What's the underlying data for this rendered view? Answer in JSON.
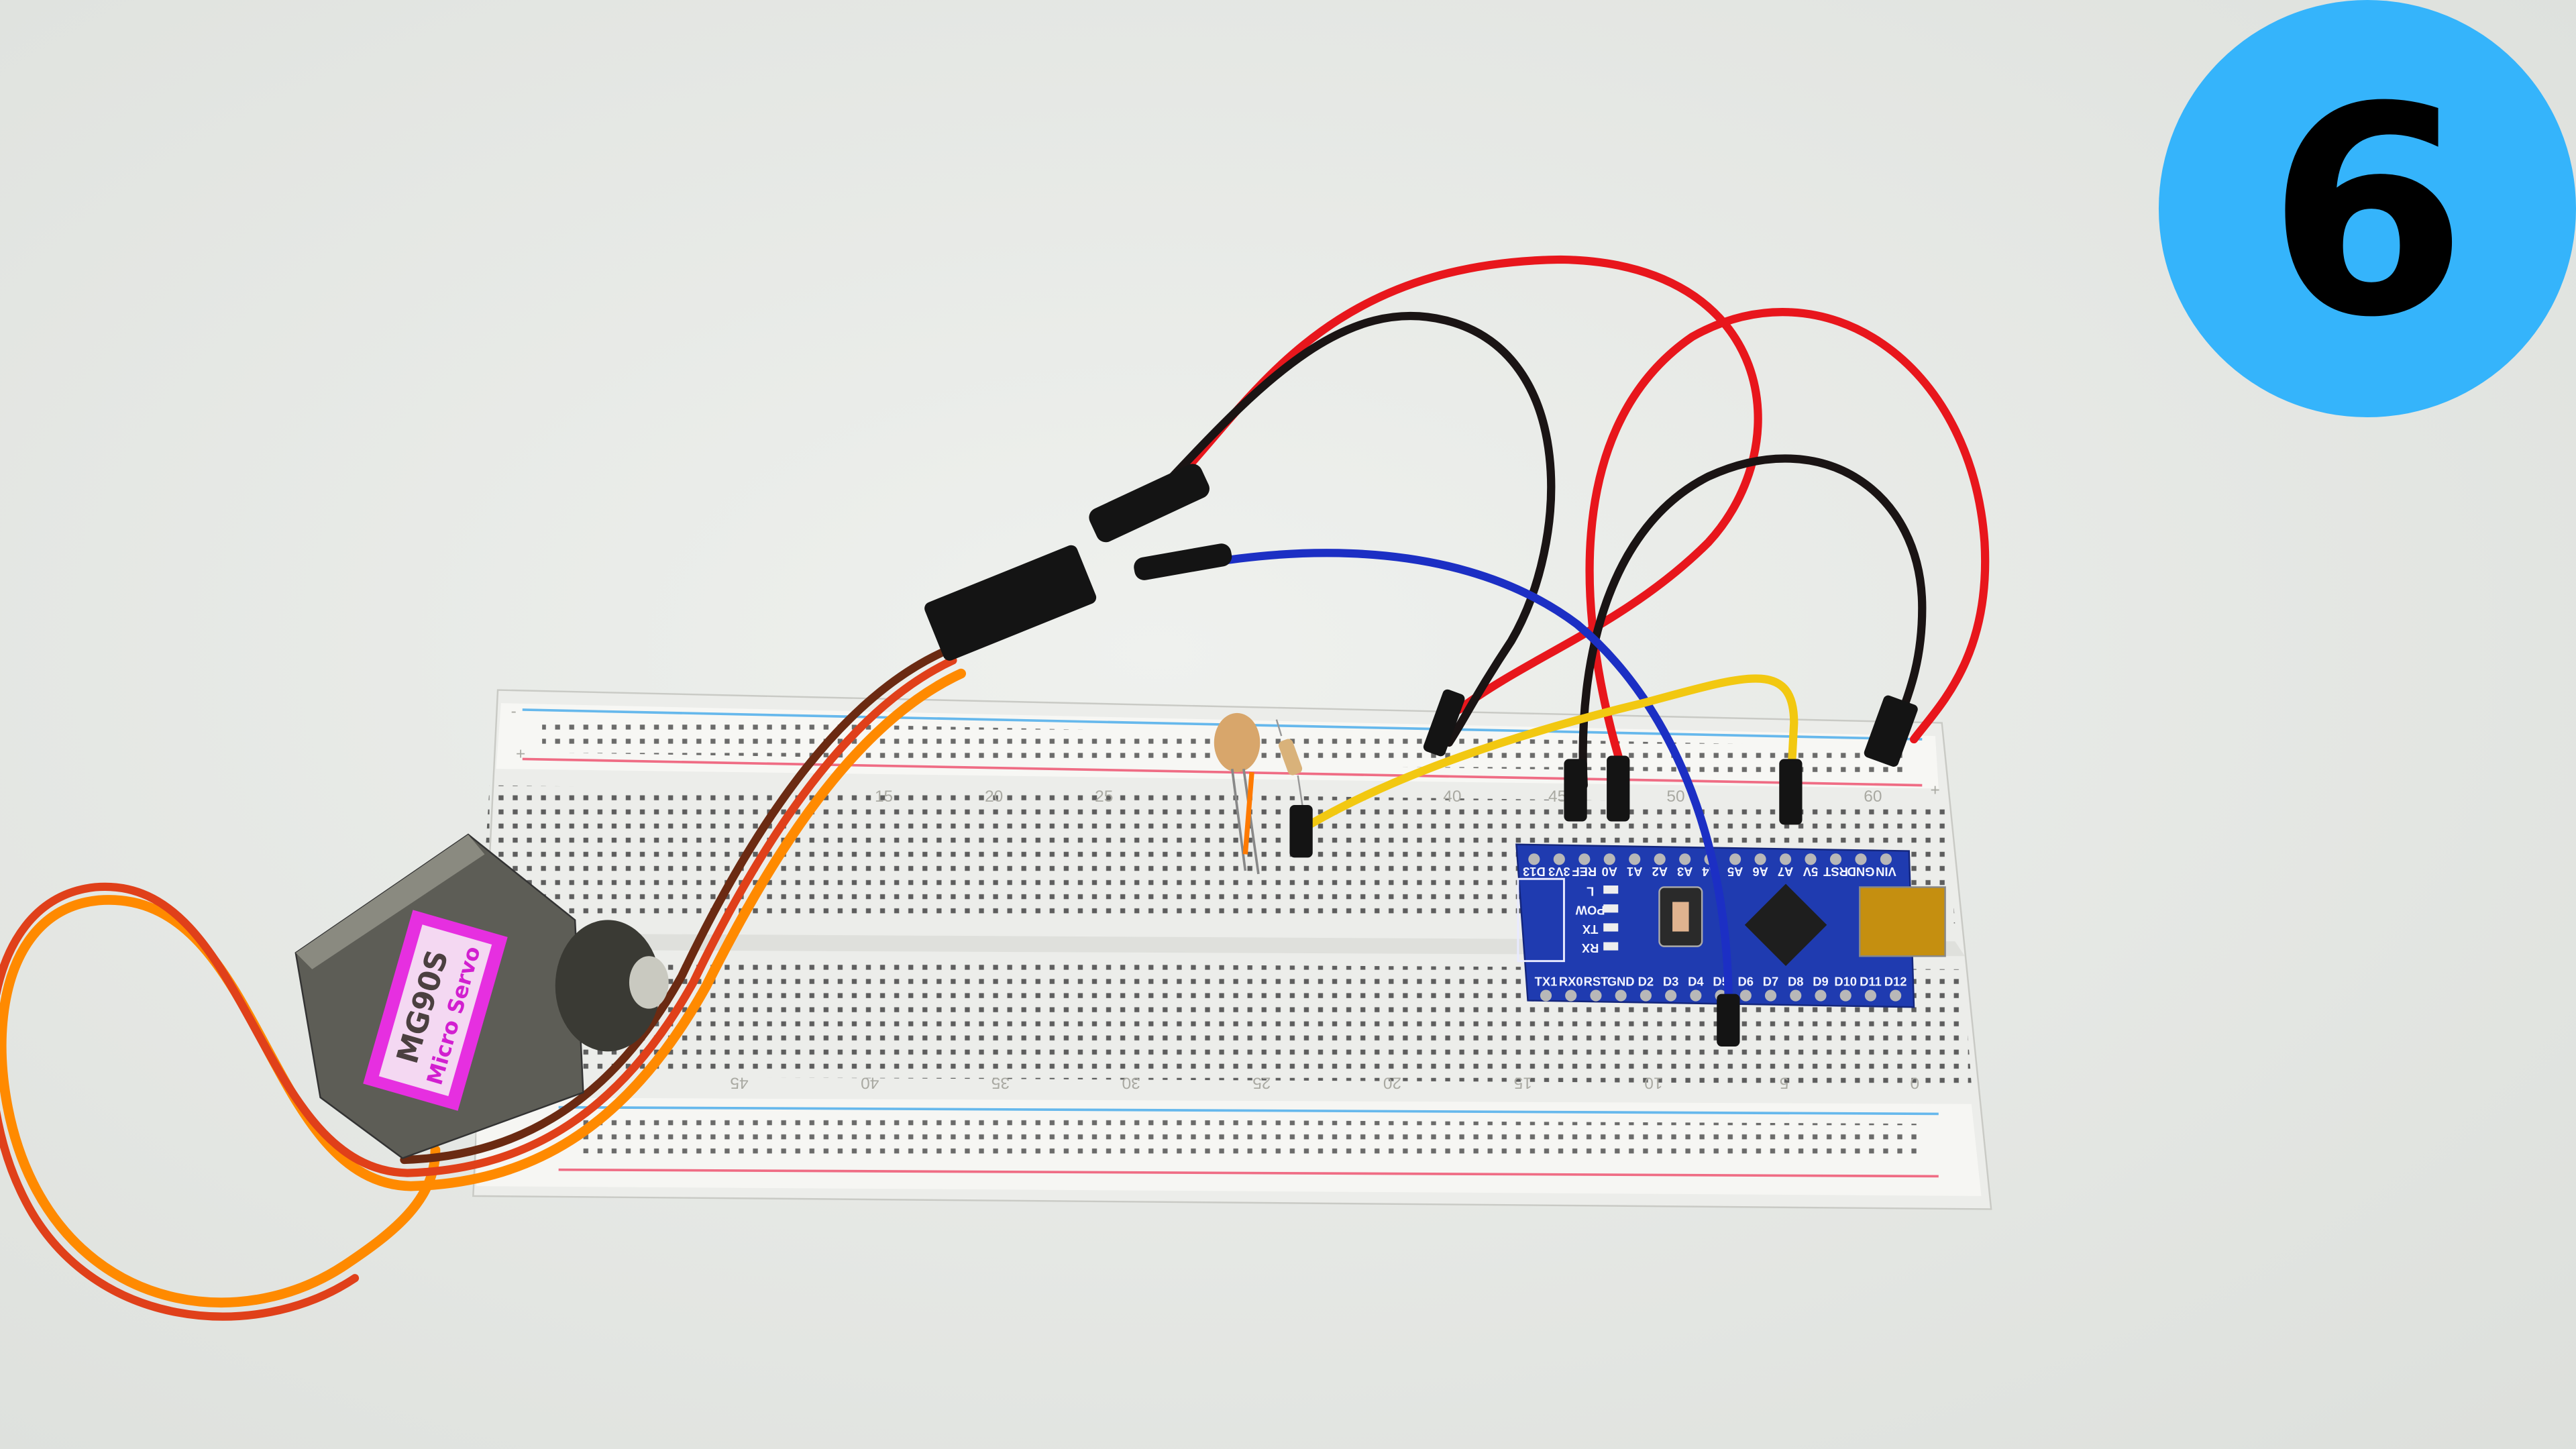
{
  "badge": {
    "number": "6",
    "color": "#35b4fb"
  },
  "servo": {
    "model": "MG90S",
    "label": "Micro Servo",
    "label_color": "#d21fd0"
  },
  "arduino": {
    "top_pins": [
      "VIN",
      "GND",
      "RST",
      "5V",
      "A7",
      "A6",
      "A5",
      "A4",
      "A3",
      "A2",
      "A1",
      "A0",
      "REF",
      "3V3",
      "D13"
    ],
    "bottom_pins": [
      "TX1",
      "RX0",
      "RST",
      "GND",
      "D2",
      "D3",
      "D4",
      "D5",
      "D6",
      "D7",
      "D8",
      "D9",
      "D10",
      "D11",
      "D12"
    ],
    "leds": [
      "L",
      "POW",
      "TX",
      "RX"
    ],
    "board_color": "#1f3bb0"
  },
  "breadboard": {
    "top_numbers": [
      "15",
      "20",
      "25",
      "40",
      "45",
      "50",
      "60"
    ],
    "bottom_numbers": [
      "45",
      "40",
      "35",
      "30",
      "25",
      "20",
      "15",
      "10",
      "5",
      "0"
    ],
    "rail_plus": "+",
    "rail_minus": "-"
  },
  "wires": {
    "red": "#e8161c",
    "black": "#1a1414",
    "blue": "#1c2fc4",
    "yellow": "#f2c811",
    "orange": "#ff8a00",
    "brown": "#6b2a12"
  }
}
